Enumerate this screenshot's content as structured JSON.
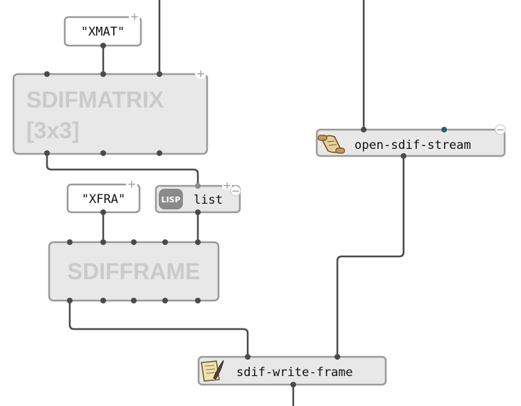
{
  "boxes": {
    "xmat_value": {
      "label": "\"XMAT\""
    },
    "xfra_value": {
      "label": "\"XFRA\""
    },
    "sdifmatrix": {
      "label_line1": "SDIFMATRIX",
      "label_line2": "[3x3]"
    },
    "sdifframe": {
      "label": "SDIFFRAME"
    },
    "list": {
      "label": "list",
      "badge": "LISP"
    },
    "open_sdif_stream": {
      "label": "open-sdif-stream",
      "icon": "scroll-icon"
    },
    "sdif_write_frame": {
      "label": "sdif-write-frame",
      "icon": "quill-paper-icon"
    }
  },
  "controls": {
    "add": "+",
    "remove": "−"
  },
  "colors": {
    "box_fill": "#e8e8e8",
    "box_border": "#9a9a9a",
    "class_label": "#cacaca",
    "connection": "#4a4a4a",
    "inlet_highlight": "#2c5d70"
  }
}
